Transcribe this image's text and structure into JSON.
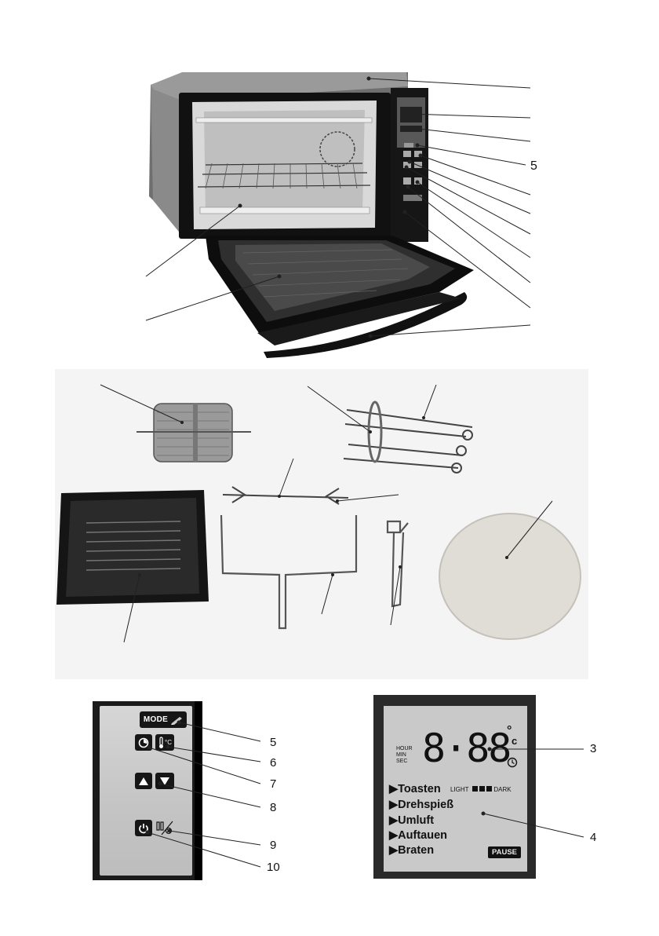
{
  "oven": {
    "callouts": [
      "5"
    ]
  },
  "control_panel": {
    "mode_label": "MODE",
    "callouts": [
      "5",
      "6",
      "7",
      "8",
      "9",
      "10"
    ]
  },
  "lcd": {
    "digits": "8·88",
    "degree": "°",
    "celsius": "c",
    "time_units": [
      "HOUR",
      "MIN",
      "SEC"
    ],
    "modes": [
      "Toasten",
      "Drehspieß",
      "Umluft",
      "Auftauen",
      "Braten"
    ],
    "light_label": "LIGHT",
    "dark_label": "DARK",
    "pause_label": "PAUSE",
    "callouts": [
      "3",
      "4"
    ]
  }
}
